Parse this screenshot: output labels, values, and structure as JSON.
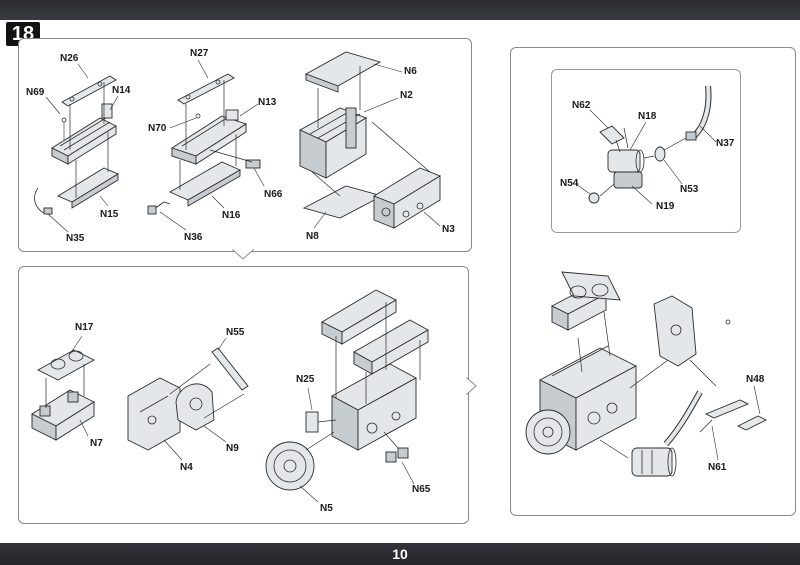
{
  "step": {
    "number": "18"
  },
  "page": {
    "number": "10"
  },
  "labels": {
    "N26": "N26",
    "N69": "N69",
    "N14": "N14",
    "N15": "N15",
    "N35": "N35",
    "N27": "N27",
    "N13": "N13",
    "N70": "N70",
    "N66": "N66",
    "N16": "N16",
    "N36": "N36",
    "N6": "N6",
    "N2": "N2",
    "N8": "N8",
    "N3": "N3",
    "N17": "N17",
    "N7": "N7",
    "N55": "N55",
    "N4": "N4",
    "N9": "N9",
    "N25": "N25",
    "N65": "N65",
    "N5": "N5",
    "N62": "N62",
    "N18": "N18",
    "N37": "N37",
    "N54": "N54",
    "N53": "N53",
    "N19": "N19",
    "N48": "N48",
    "N61": "N61"
  }
}
